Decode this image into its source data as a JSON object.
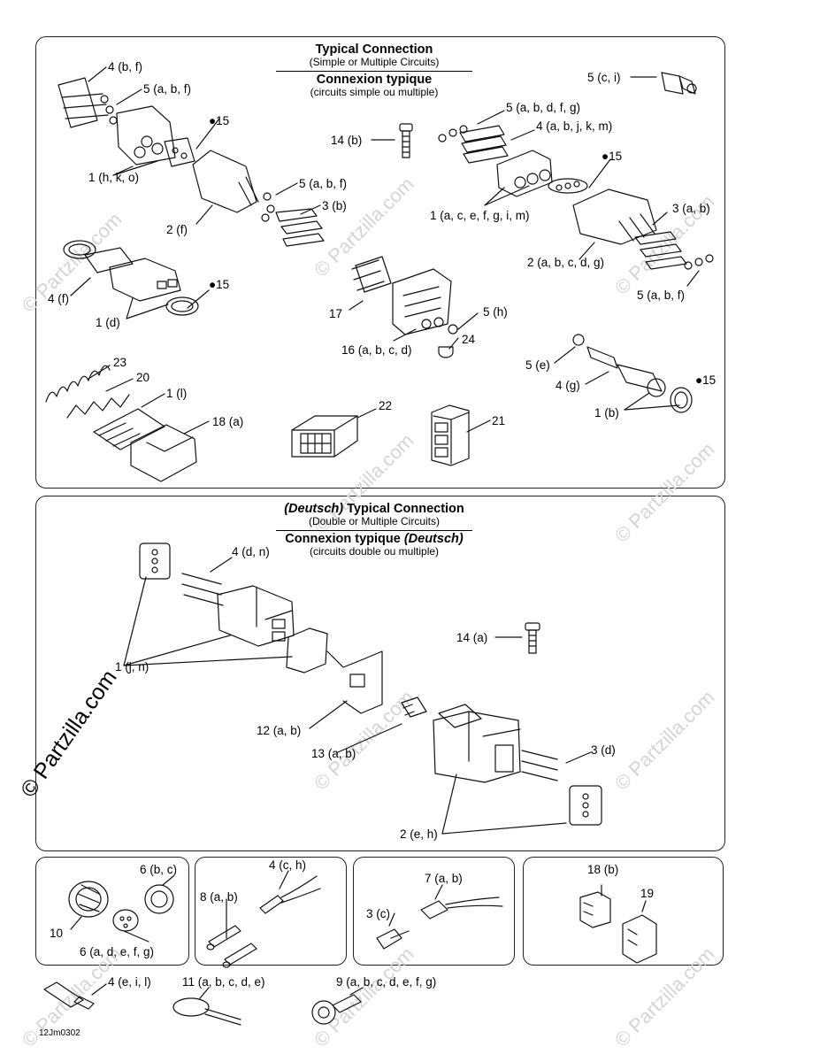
{
  "watermark": "© Partzilla.com",
  "watermark_small": "© Partzilla.com",
  "diagram_code": "12Jm0302",
  "section1": {
    "title_en": "Typical Connection",
    "subtitle_en": "(Simple or Multiple Circuits)",
    "title_fr": "Connexion typique",
    "subtitle_fr": "(circuits simple ou multiple)"
  },
  "section2": {
    "title_prefix": "(Deutsch)",
    "title_en": " Typical Connection",
    "subtitle_en": "(Double or Multiple Circuits)",
    "title_fr": "Connexion typique ",
    "title_fr_suffix": "(Deutsch)",
    "subtitle_fr": "(circuits double ou multiple)"
  },
  "callouts": {
    "c4bf": "4 (b, f)",
    "c5abf_top": "5 (a, b, f)",
    "c15_a": "15",
    "c1hko": "1 (h, k, o)",
    "c2f": "2 (f)",
    "c5abf_mid": "5 (a, b, f)",
    "c3b": "3 (b)",
    "c4f": "4 (f)",
    "c15_b": "15",
    "c1d": "1 (d)",
    "c14b": "14 (b)",
    "c17": "17",
    "c5h": "5 (h)",
    "c24": "24",
    "c16": "16 (a, b, c, d)",
    "c5ci": "5 (c, i)",
    "c5abdfg": "5 (a, b, d, f, g)",
    "c4abjkm": "4 (a, b, j, k, m)",
    "c15_c": "15",
    "c1acefgim": "1 (a, c, e, f, g, i, m)",
    "c3ab": "3 (a, b)",
    "c2abcdg": "2 (a, b, c, d, g)",
    "c5abf_right": "5 (a, b, f)",
    "c5e": "5 (e)",
    "c4g": "4 (g)",
    "c15_d": "15",
    "c1b": "1 (b)",
    "c23": "23",
    "c20": "20",
    "c1l": "1 (l)",
    "c18a": "18 (a)",
    "c22": "22",
    "c21": "21",
    "c4dn": "4 (d, n)",
    "c1jn": "1 (j, n)",
    "c14a": "14 (a)",
    "c12ab": "12 (a, b)",
    "c13ab": "13 (a, b)",
    "c3d": "3 (d)",
    "c2eh": "2 (e, h)",
    "c6bc": "6 (b, c)",
    "c10": "10",
    "c6adefg": "6 (a, d, e, f, g)",
    "c4ch": "4 (c, h)",
    "c8ab": "8 (a, b)",
    "c7ab": "7 (a, b)",
    "c3c": "3 (c)",
    "c18b": "18 (b)",
    "c19": "19",
    "c4eil": "4 (e, i, l)",
    "c11": "11 (a, b, c, d, e)",
    "c9": "9 (a, b, c, d, e, f, g)"
  }
}
